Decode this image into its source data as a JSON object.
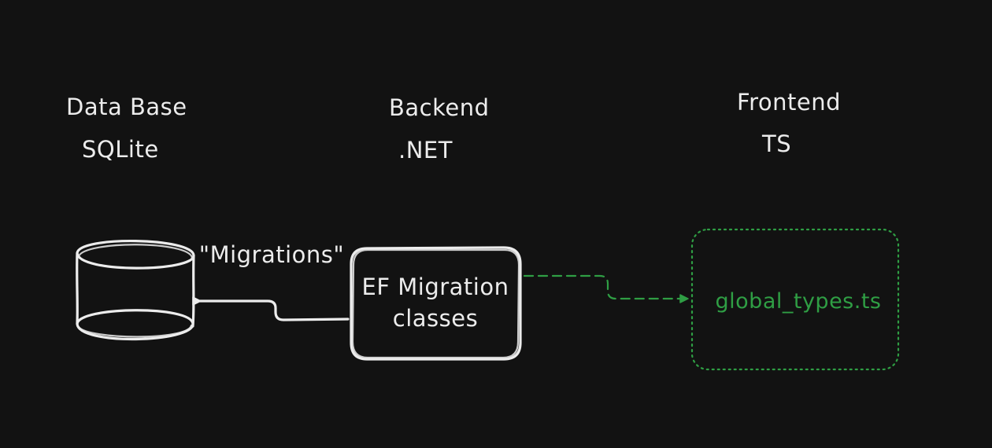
{
  "columns": {
    "database": {
      "title": "Data Base",
      "tech": "SQLite"
    },
    "backend": {
      "title": "Backend",
      "tech": ".NET"
    },
    "frontend": {
      "title": "Frontend",
      "tech": "TS"
    }
  },
  "nodes": {
    "ef_box": {
      "line1": "EF Migration",
      "line2": "classes"
    },
    "ts_box": {
      "label": "global_types.ts"
    }
  },
  "edges": {
    "migrations_label": "\"Migrations\""
  },
  "colors": {
    "background": "#121212",
    "foreground": "#ececec",
    "accent_green": "#2f9e44"
  }
}
